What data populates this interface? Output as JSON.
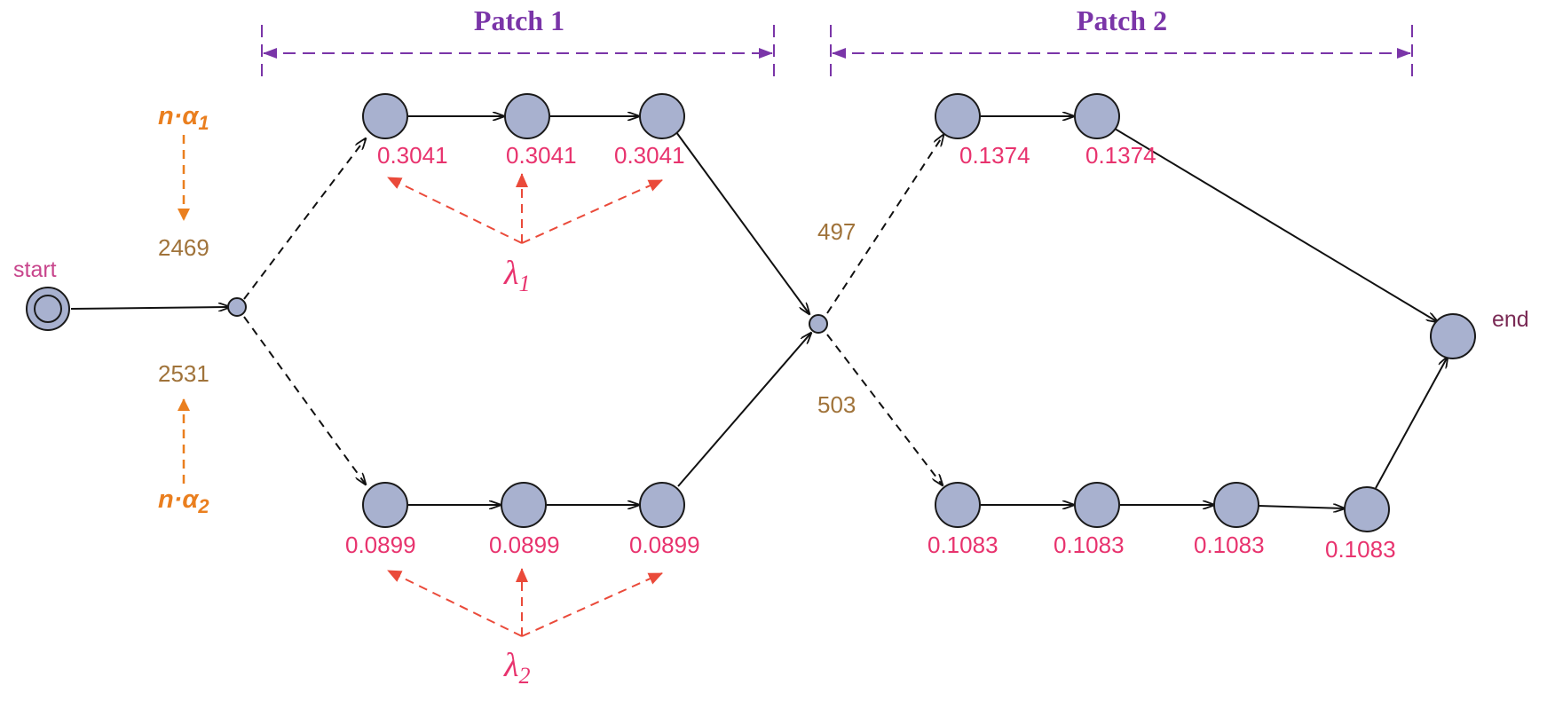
{
  "patches": {
    "patch1": "Patch 1",
    "patch2": "Patch 2"
  },
  "labels": {
    "start": "start",
    "end": "end",
    "alpha1": "n·α",
    "alpha1_sub": "1",
    "alpha2": "n·α",
    "alpha2_sub": "2",
    "lambda1": "λ",
    "lambda1_sub": "1",
    "lambda2": "λ",
    "lambda2_sub": "2"
  },
  "counts": {
    "split1_top": "2469",
    "split1_bottom": "2531",
    "split2_top": "497",
    "split2_bottom": "503"
  },
  "rates": {
    "patch1_top": [
      "0.3041",
      "0.3041",
      "0.3041"
    ],
    "patch1_bottom": [
      "0.0899",
      "0.0899",
      "0.0899"
    ],
    "patch2_top": [
      "0.1374",
      "0.1374"
    ],
    "patch2_bottom": [
      "0.1083",
      "0.1083",
      "0.1083",
      "0.1083"
    ]
  },
  "colors": {
    "node_fill": "#a8b1cf",
    "rate_text": "#e8336e",
    "count_text": "#a0733a",
    "patch_text": "#7a35a8",
    "alpha_text": "#ea7f1f",
    "lambda_arrow": "#ea4a3a"
  }
}
